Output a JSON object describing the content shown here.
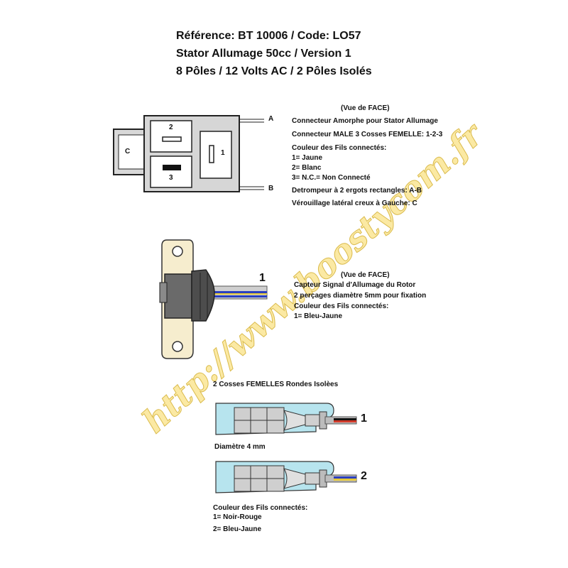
{
  "header": {
    "line1": "Référence: BT 10006 / Code: LO57",
    "line2": "Stator Allumage 50cc  /  Version 1",
    "line3": "8 Pôles / 12 Volts  AC / 2 Pôles Isolés"
  },
  "connector": {
    "view": "(Vue de FACE)",
    "title": "Connecteur Amorphe pour Stator Allumage",
    "type": "Connecteur MALE 3 Cosses FEMELLE: 1-2-3",
    "wires_heading": "Couleur des Fils connectés:",
    "wire1": "1=  Jaune",
    "wire2": "2=   Blanc",
    "wire3": "3=  N.C.= Non Connecté",
    "keying": "Detrompeur à 2 ergots rectangles: A-B",
    "lock": "Vérouillage latéral creux à Gauche: C",
    "label_a": "A",
    "label_b": "B",
    "label_c": "C",
    "pin1": "1",
    "pin2": "2",
    "pin3": "3"
  },
  "sensor": {
    "view": "(Vue de FACE)",
    "title": "Capteur Signal d'Allumage du Rotor",
    "holes": "2 perçages diamètre 5mm pour fixation",
    "wires_heading": "Couleur des Fils connectés:",
    "wire1": "1= Bleu-Jaune",
    "wire_label": "1"
  },
  "terminals": {
    "title": "2 Cosses FEMELLES Rondes Isolèes",
    "diameter": "Diamètre 4 mm",
    "wires_heading": "Couleur des Fils connectés:",
    "wire1": "1= Noir-Rouge",
    "wire2": "2= Bleu-Jaune",
    "label1": "1",
    "label2": "2"
  },
  "watermark": "http://www.boostycom.fr",
  "colors": {
    "connector_body": "#d6d6d6",
    "sensor_body": "#f6edce",
    "terminal_sleeve": "#b7e4ee",
    "watermark": "#fbe79a"
  }
}
